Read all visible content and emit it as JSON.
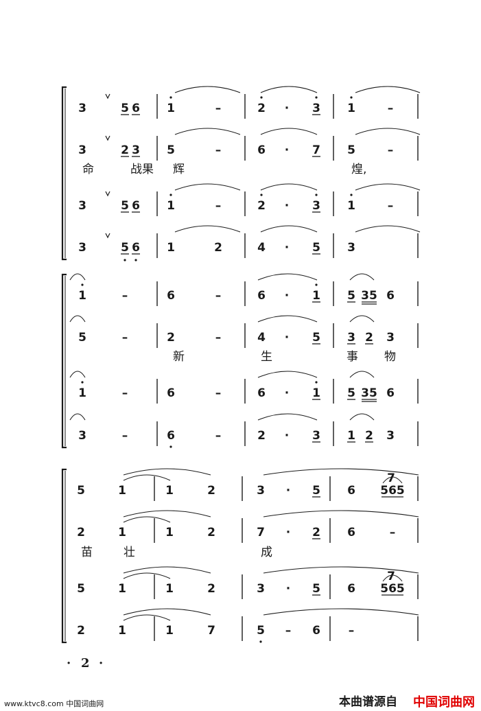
{
  "systems": [
    {
      "rows": [
        {
          "kind": "staff",
          "tokens": [
            {
              "t": "3"
            },
            {
              "t": "5",
              "ul": 1,
              "breath": true
            },
            {
              "t": "6",
              "ul": 1
            },
            {
              "t": "1",
              "dot": "above"
            },
            {
              "t": "–"
            },
            {
              "t": "2",
              "dot": "above"
            },
            {
              "t": "·"
            },
            {
              "t": "3",
              "dot": "above",
              "ul": 1
            },
            {
              "t": "1",
              "dot": "above"
            },
            {
              "t": "–"
            }
          ]
        },
        {
          "kind": "staff",
          "tokens": [
            {
              "t": "3"
            },
            {
              "t": "2",
              "ul": 1,
              "breath": true
            },
            {
              "t": "3",
              "ul": 1
            },
            {
              "t": "5"
            },
            {
              "t": "–"
            },
            {
              "t": "6"
            },
            {
              "t": "·"
            },
            {
              "t": "7",
              "ul": 1
            },
            {
              "t": "5"
            },
            {
              "t": "–"
            }
          ]
        },
        {
          "kind": "lyric",
          "words": [
            "命",
            "战果",
            "辉",
            "煌,"
          ]
        },
        {
          "kind": "staff",
          "tokens": [
            {
              "t": "3"
            },
            {
              "t": "5",
              "ul": 1,
              "breath": true
            },
            {
              "t": "6",
              "ul": 1
            },
            {
              "t": "1",
              "dot": "above"
            },
            {
              "t": "–"
            },
            {
              "t": "2",
              "dot": "above"
            },
            {
              "t": "·"
            },
            {
              "t": "3",
              "dot": "above",
              "ul": 1
            },
            {
              "t": "1",
              "dot": "above"
            },
            {
              "t": "–"
            }
          ]
        },
        {
          "kind": "staff",
          "tokens": [
            {
              "t": "3"
            },
            {
              "t": "5",
              "ul": 1,
              "dot": "below",
              "breath": true
            },
            {
              "t": "6",
              "ul": 1,
              "dot": "below"
            },
            {
              "t": "1"
            },
            {
              "t": "2"
            },
            {
              "t": "4"
            },
            {
              "t": "·"
            },
            {
              "t": "5",
              "ul": 1
            },
            {
              "t": "3"
            },
            {
              "t": ""
            }
          ]
        }
      ]
    },
    {
      "rows": [
        {
          "kind": "staff",
          "tokens": [
            {
              "t": "1",
              "dot": "above"
            },
            {
              "t": "–"
            },
            {
              "t": "6"
            },
            {
              "t": "–"
            },
            {
              "t": "6"
            },
            {
              "t": "·"
            },
            {
              "t": "1",
              "dot": "above",
              "ul": 1
            },
            {
              "t": "5",
              "ul": 1
            },
            {
              "t": "35",
              "ul": 2
            },
            {
              "t": "6"
            }
          ]
        },
        {
          "kind": "staff",
          "tokens": [
            {
              "t": "5"
            },
            {
              "t": "–"
            },
            {
              "t": "2"
            },
            {
              "t": "–"
            },
            {
              "t": "4"
            },
            {
              "t": "·"
            },
            {
              "t": "5",
              "ul": 1
            },
            {
              "t": "3",
              "ul": 1
            },
            {
              "t": "2",
              "ul": 1
            },
            {
              "t": "3"
            }
          ]
        },
        {
          "kind": "lyric",
          "words": [
            "新",
            "生",
            "事",
            "物"
          ]
        },
        {
          "kind": "staff",
          "tokens": [
            {
              "t": "1",
              "dot": "above"
            },
            {
              "t": "–"
            },
            {
              "t": "6"
            },
            {
              "t": "–"
            },
            {
              "t": "6"
            },
            {
              "t": "·"
            },
            {
              "t": "1",
              "dot": "above",
              "ul": 1
            },
            {
              "t": "5",
              "ul": 1
            },
            {
              "t": "35",
              "ul": 2
            },
            {
              "t": "6"
            }
          ]
        },
        {
          "kind": "staff",
          "tokens": [
            {
              "t": "3"
            },
            {
              "t": "–"
            },
            {
              "t": "6",
              "dot": "below"
            },
            {
              "t": "–"
            },
            {
              "t": "2"
            },
            {
              "t": "·"
            },
            {
              "t": "3",
              "ul": 1
            },
            {
              "t": "1",
              "ul": 1
            },
            {
              "t": "2",
              "ul": 1
            },
            {
              "t": "3"
            }
          ]
        }
      ]
    },
    {
      "rows": [
        {
          "kind": "staff",
          "tokens": [
            {
              "t": "5"
            },
            {
              "t": "1"
            },
            {
              "t": "1"
            },
            {
              "t": "2"
            },
            {
              "t": "3"
            },
            {
              "t": "·"
            },
            {
              "t": "5",
              "ul": 1
            },
            {
              "t": "6"
            },
            {
              "t": "565",
              "ul": 1,
              "grace": "7"
            }
          ]
        },
        {
          "kind": "staff",
          "tokens": [
            {
              "t": "2"
            },
            {
              "t": "1"
            },
            {
              "t": "1"
            },
            {
              "t": "2"
            },
            {
              "t": "7"
            },
            {
              "t": "·"
            },
            {
              "t": "2",
              "ul": 1
            },
            {
              "t": "6"
            },
            {
              "t": "–"
            }
          ]
        },
        {
          "kind": "lyric",
          "words": [
            "苗",
            "壮",
            "成"
          ]
        },
        {
          "kind": "staff",
          "tokens": [
            {
              "t": "5"
            },
            {
              "t": "1"
            },
            {
              "t": "1"
            },
            {
              "t": "2"
            },
            {
              "t": "3"
            },
            {
              "t": "·"
            },
            {
              "t": "5",
              "ul": 1
            },
            {
              "t": "6"
            },
            {
              "t": "565",
              "ul": 1,
              "grace": "7"
            }
          ]
        },
        {
          "kind": "staff",
          "tokens": [
            {
              "t": "2"
            },
            {
              "t": "1"
            },
            {
              "t": "1"
            },
            {
              "t": "7"
            },
            {
              "t": "5",
              "dot": "below"
            },
            {
              "t": "–"
            },
            {
              "t": "6"
            },
            {
              "t": "–"
            }
          ]
        }
      ]
    }
  ],
  "page_number": "2",
  "page_number_dots": [
    "·",
    "·"
  ],
  "footer": {
    "watermark": "www.ktvc8.com 中国词曲网",
    "source_label": "本曲谱源自",
    "source_site": "中国词曲网"
  },
  "colors": {
    "ink": "#1a1a1a",
    "brand_red": "#e00000"
  }
}
